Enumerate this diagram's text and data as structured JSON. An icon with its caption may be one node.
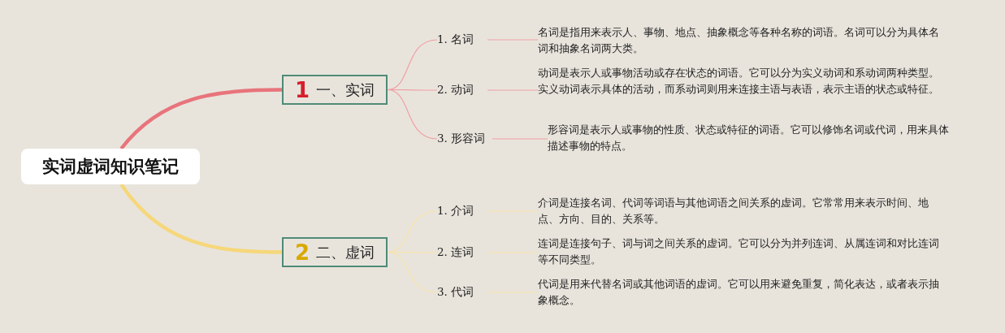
{
  "diagram": {
    "nodes": [
      {
        "text": [
          "实词虚词知识笔记"
        ]
      },
      {
        "text": [
          "1",
          "一、实词"
        ]
      },
      {
        "text": [
          "1. 名词"
        ]
      },
      {
        "text": [
          "名词是指用来表示人、事物、地点、抽象概念等各种名称的词语。名词可以分为具体名词和抽象名词两大类。"
        ]
      },
      {
        "text": [
          "2. 动词"
        ]
      },
      {
        "text": [
          "动词是表示人或事物活动或存在状态的词语。它可以分为实义动词和系动词两种类型。实义动词表示具体的活动，而系动词则用来连接主语与表语，表示主语的状态或特征。"
        ]
      },
      {
        "text": [
          "3. 形容词"
        ]
      },
      {
        "text": [
          "形容词是表示人或事物的性质、状态或特征的词语。它可以修饰名词或代词，用来具体描述事物的特点。"
        ]
      },
      {
        "text": [
          "2",
          "二、虚词"
        ]
      },
      {
        "text": [
          "1. 介词"
        ]
      },
      {
        "text": [
          "介词是连接名词、代词等词语与其他词语之间关系的虚词。它常常用来表示时间、地点、方向、目的、关系等。"
        ]
      },
      {
        "text": [
          "2. 连词"
        ]
      },
      {
        "text": [
          "连词是连接句子、词与词之间关系的虚词。它可以分为并列连词、从属连词和对比连词等不同类型。"
        ]
      },
      {
        "text": [
          "3. 代词"
        ]
      },
      {
        "text": [
          "代词是用来代替名词或其他词语的虚词。它可以用来避免重复，简化表达，或者表示抽象概念。"
        ]
      }
    ],
    "edges": [
      {
        "from": 0,
        "to": 1,
        "arrow": "none",
        "style": "thick",
        "color": "#e8747c"
      },
      {
        "from": 1,
        "to": 2,
        "arrow": "none",
        "color": "#f0a0a4"
      },
      {
        "from": 1,
        "to": 4,
        "arrow": "none",
        "color": "#f0a0a4"
      },
      {
        "from": 1,
        "to": 6,
        "arrow": "none",
        "color": "#f0a0a4"
      },
      {
        "from": 2,
        "to": 3,
        "arrow": "none",
        "color": "#f0a0a4"
      },
      {
        "from": 4,
        "to": 5,
        "arrow": "none",
        "color": "#f0a0a4"
      },
      {
        "from": 6,
        "to": 7,
        "arrow": "none",
        "color": "#f0a0a4"
      },
      {
        "from": 0,
        "to": 8,
        "arrow": "none",
        "style": "thick",
        "color": "#f6d77a"
      },
      {
        "from": 8,
        "to": 9,
        "arrow": "none",
        "color": "#f7e3a8"
      },
      {
        "from": 8,
        "to": 11,
        "arrow": "none",
        "color": "#f7e3a8"
      },
      {
        "from": 8,
        "to": 13,
        "arrow": "none",
        "color": "#f7e3a8"
      },
      {
        "from": 9,
        "to": 10,
        "arrow": "none",
        "color": "#f7e3a8"
      },
      {
        "from": 11,
        "to": 12,
        "arrow": "none",
        "color": "#f7e3a8"
      },
      {
        "from": 13,
        "to": 14,
        "arrow": "none",
        "color": "#f7e3a8"
      }
    ]
  }
}
